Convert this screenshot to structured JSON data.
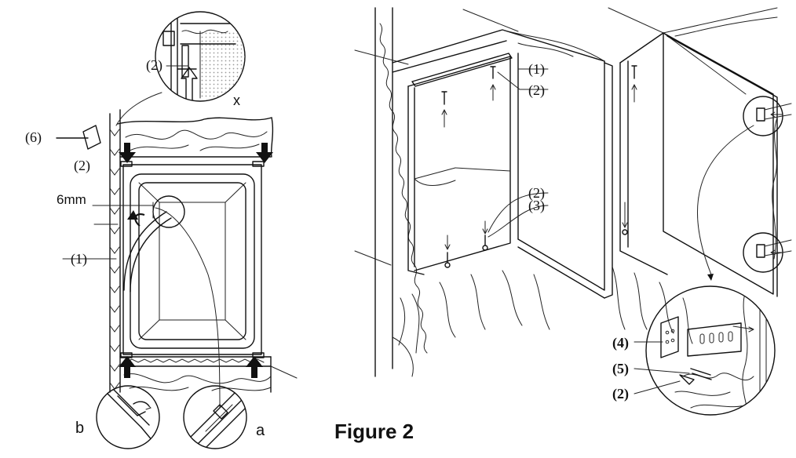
{
  "left_diagram": {
    "labels": {
      "six": "(6)",
      "two_top": "(2)",
      "two_inset": "(2)",
      "one": "(1)",
      "gap": "6mm",
      "inset_x": "x",
      "inset_b": "b",
      "inset_a": "a"
    }
  },
  "right_diagram": {
    "labels": {
      "one": "(1)",
      "two_upper": "(2)",
      "two_lower": "(2)",
      "three": "(3)",
      "four": "(4)",
      "five": "(5)",
      "two_detail": "(2)"
    }
  },
  "figure": {
    "caption": "Figure 2"
  },
  "colors": {
    "ink": "#111111",
    "dots": "#9a9a9a",
    "background": "#ffffff"
  }
}
